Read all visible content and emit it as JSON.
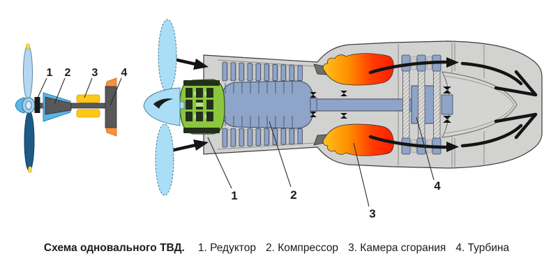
{
  "figure": {
    "caption_title": "Схема одновального ТВД.",
    "legend": [
      {
        "num": "1",
        "name": "Редуктор",
        "display": "1. Редуктор"
      },
      {
        "num": "2",
        "name": "Компрессор",
        "display": "2. Компрессор"
      },
      {
        "num": "3",
        "name": "Камера сгорания",
        "display": "3. Камера сгорания"
      },
      {
        "num": "4",
        "name": "Турбина",
        "display": "4. Турбина"
      }
    ],
    "colors": {
      "background": "#ffffff",
      "casing_gray": "#d2d2d0",
      "outline_dark": "#3a3a3a",
      "rotor_blue_gray": "#8ea4c8",
      "propeller_blue": "#a9def6",
      "gearbox_green": "#8cc63e",
      "gear_dark": "#22301a",
      "flame_yellow": "#ffc020",
      "flame_red": "#ff1e00",
      "arrow_black": "#141414",
      "mini_shaft_gray": "#58585a",
      "mini_intake_blue": "#5cb5e8",
      "mini_combustor_yellow": "#ffc815",
      "mini_turbine_orange": "#f6923e",
      "mini_blade_dark_blue": "#1d5a85",
      "label_text": "#1b1b1b"
    }
  }
}
